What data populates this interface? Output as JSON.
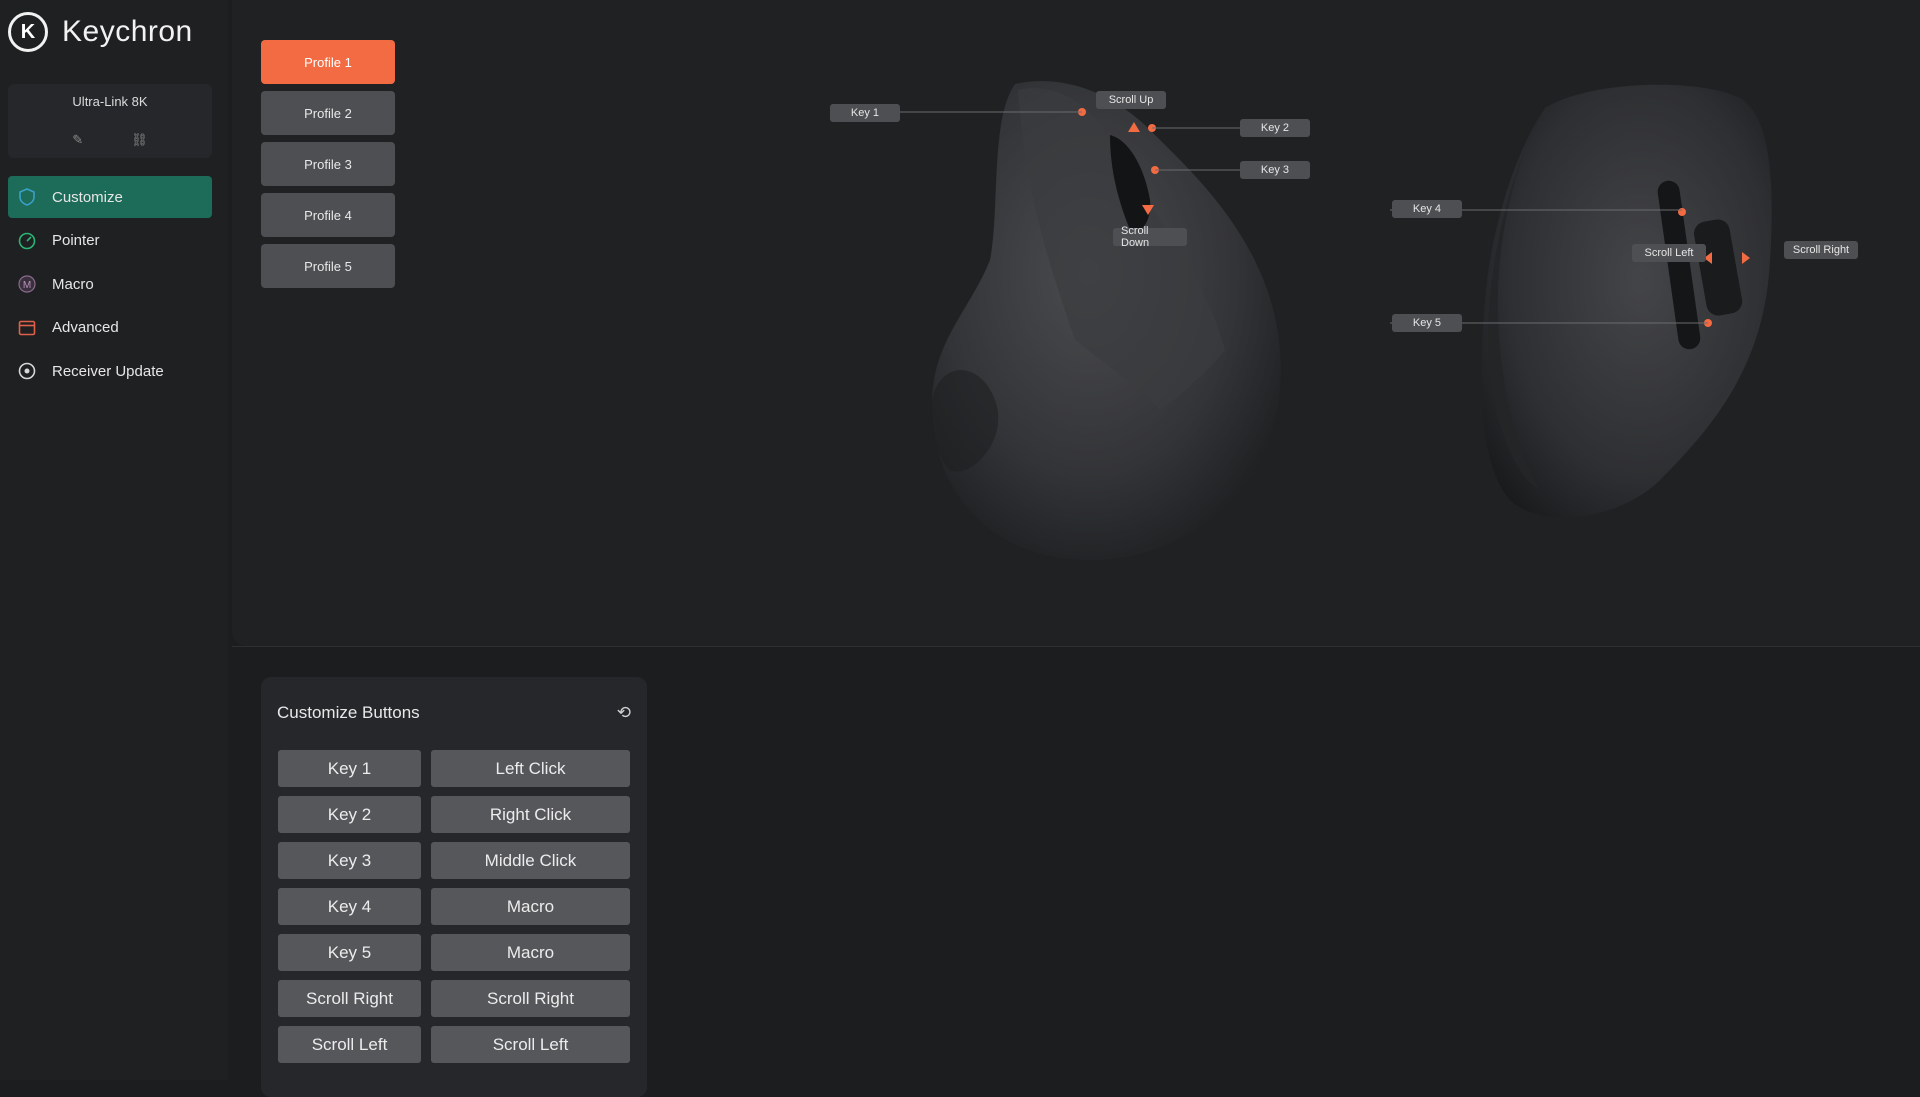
{
  "app": {
    "name": "Keychron",
    "logo_letter": "K"
  },
  "device": {
    "name": "Ultra-Link 8K"
  },
  "nav": [
    {
      "label": "Customize",
      "icon": "shield-icon",
      "color": "#3aa0c8"
    },
    {
      "label": "Pointer",
      "icon": "gauge-icon",
      "color": "#2bb673"
    },
    {
      "label": "Macro",
      "icon": "macro-icon",
      "color": "#8a6b8e"
    },
    {
      "label": "Advanced",
      "icon": "advanced-icon",
      "color": "#e0614a"
    },
    {
      "label": "Receiver Update",
      "icon": "update-icon",
      "color": "#d8d8d8"
    }
  ],
  "profiles": [
    "Profile 1",
    "Profile 2",
    "Profile 3",
    "Profile 4",
    "Profile 5"
  ],
  "active_profile": "Profile 1",
  "callouts": {
    "key1": "Key 1",
    "scroll_up": "Scroll Up",
    "key2": "Key 2",
    "key3": "Key 3",
    "scroll_down": "Scroll Down",
    "key4": "Key 4",
    "scroll_left": "Scroll Left",
    "scroll_right": "Scroll Right",
    "key5": "Key 5"
  },
  "customize": {
    "title": "Customize Buttons",
    "rows": [
      {
        "key": "Key 1",
        "function": "Left Click"
      },
      {
        "key": "Key 2",
        "function": "Right Click"
      },
      {
        "key": "Key 3",
        "function": "Middle Click"
      },
      {
        "key": "Key 4",
        "function": "Macro"
      },
      {
        "key": "Key 5",
        "function": "Macro"
      },
      {
        "key": "Scroll Right",
        "function": "Scroll Right"
      },
      {
        "key": "Scroll Left",
        "function": "Scroll Left"
      }
    ]
  },
  "colors": {
    "accent": "#f26b43",
    "active_nav": "#1d6b59",
    "marker": "#f26b43"
  }
}
